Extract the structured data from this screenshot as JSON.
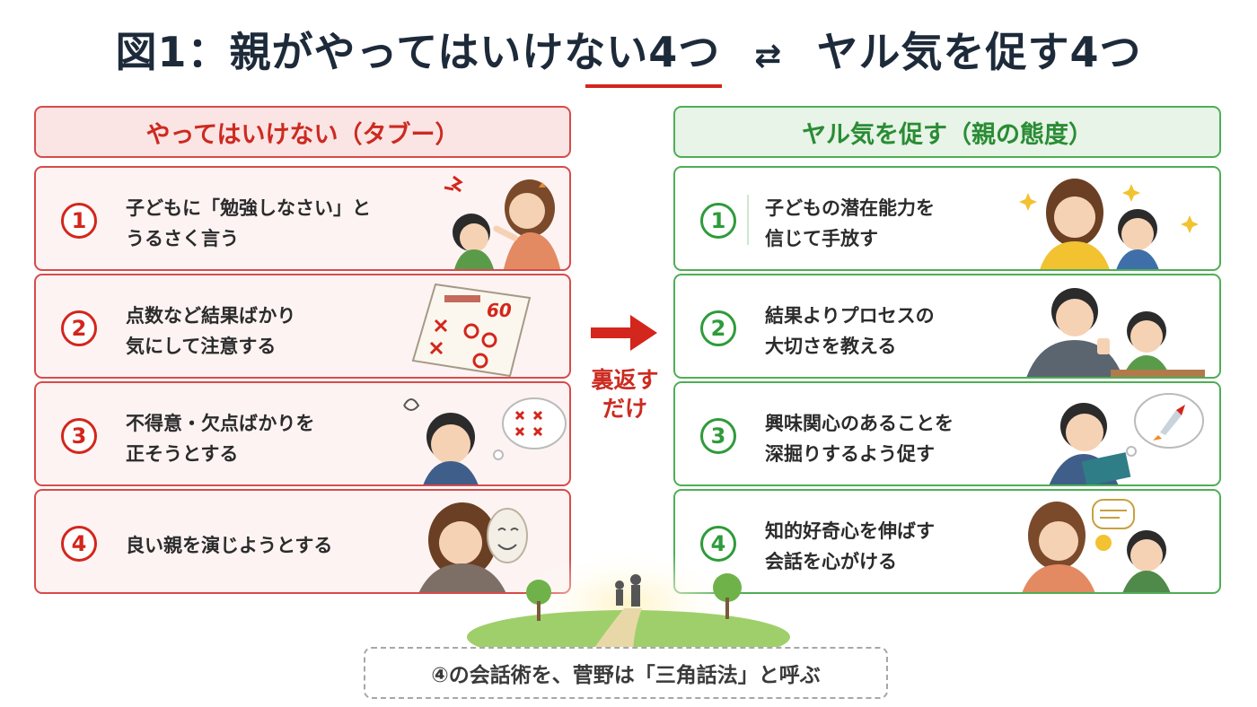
{
  "title": {
    "left": "図1：親がやってはいけない4つ",
    "swap_symbol": "⇄",
    "right": "ヤル気を促す4つ"
  },
  "colors": {
    "taboo_red": "#d3261c",
    "good_green": "#2e9b3a",
    "title_navy": "#1d2a3a"
  },
  "left_column": {
    "header": "やってはいけない（タブー）",
    "items": [
      {
        "num": "1",
        "lines": [
          "子どもに「勉強しなさい」と",
          "うるさく言う"
        ],
        "icon": "scolding-mother-icon"
      },
      {
        "num": "2",
        "lines": [
          "点数など結果ばかり",
          "気にして注意する"
        ],
        "icon": "test-paper-icon"
      },
      {
        "num": "3",
        "lines": [
          "不得意・欠点ばかりを",
          "正そうとする"
        ],
        "icon": "sad-child-icon"
      },
      {
        "num": "4",
        "lines": [
          "良い親を演じようとする"
        ],
        "icon": "mask-mother-icon"
      }
    ]
  },
  "middle": {
    "arrow_icon": "right-arrow-icon",
    "line1": "裏返す",
    "line2": "だけ"
  },
  "right_column": {
    "header": "ヤル気を促す（親の態度）",
    "items": [
      {
        "num": "1",
        "lines": [
          "子どもの潜在能力を",
          "信じて手放す"
        ],
        "icon": "smiling-parent-child-icon"
      },
      {
        "num": "2",
        "lines": [
          "結果よりプロセスの",
          "大切さを教える"
        ],
        "icon": "thumbs-up-father-icon"
      },
      {
        "num": "3",
        "lines": [
          "興味関心のあることを",
          "深掘りするよう促す"
        ],
        "icon": "rocket-dream-child-icon"
      },
      {
        "num": "4",
        "lines": [
          "知的好奇心を伸ばす",
          "会話を心がける"
        ],
        "icon": "conversation-icon"
      }
    ]
  },
  "footer": {
    "text": "④の会話術を、菅野は「三角話法」と呼ぶ"
  }
}
